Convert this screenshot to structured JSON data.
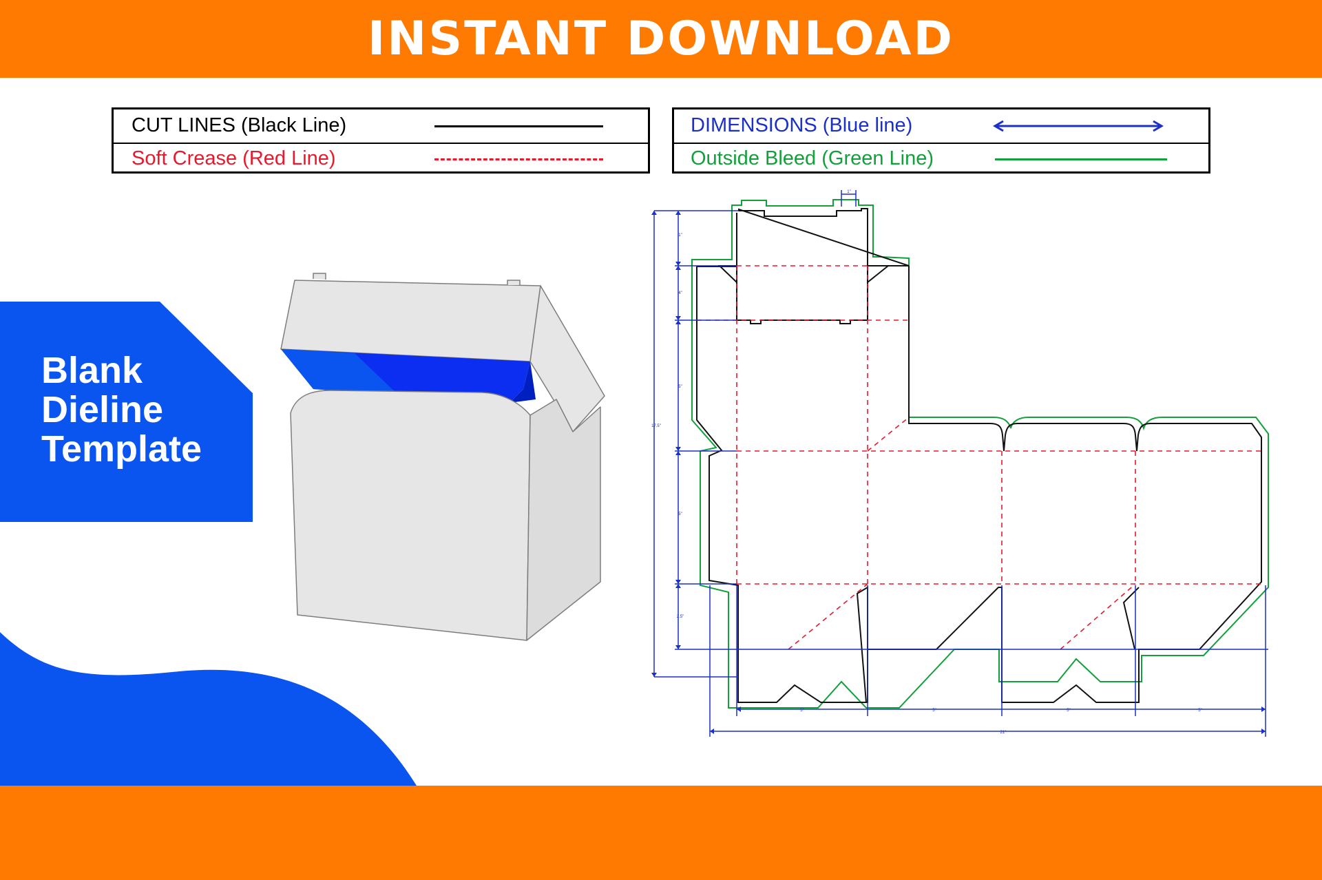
{
  "header": {
    "title": "INSTANT DOWNLOAD"
  },
  "legend": {
    "cut_lines": "CUT LINES (Black Line)",
    "soft_crease": "Soft Crease (Red Line)",
    "dimensions": "DIMENSIONS (Blue line)",
    "outside_bleed": "Outside Bleed (Green Line)"
  },
  "side_title": {
    "line1": "Blank",
    "line2": "Dieline",
    "line3": "Template"
  },
  "dimensions": {
    "top_flap_width": "1\"",
    "v1": "1\"",
    "v2": "4\"",
    "v3": "5\"",
    "v4": "5\"",
    "v5": "2.5\"",
    "total_height": "17.5\"",
    "h1": "5\"",
    "h2": "5\"",
    "h3": "5\"",
    "h4": "5\"",
    "total_width": "21\""
  },
  "colors": {
    "banner": "#ff7a00",
    "accent_blue": "#0a55f0",
    "cut": "#000000",
    "crease": "#e8192c",
    "dimension": "#1b2fc9",
    "bleed": "#12a03a",
    "box_face": "#e6e6e6",
    "box_inner": "#0b2ef0"
  }
}
